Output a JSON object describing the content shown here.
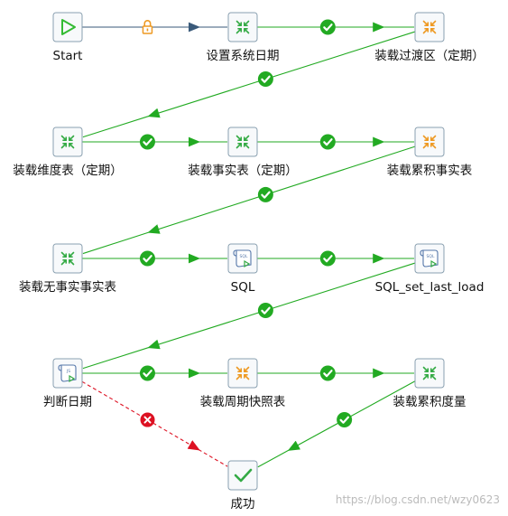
{
  "workflow": {
    "entries": [
      {
        "key": "start",
        "label": "Start",
        "icon": "start-triangle-icon"
      },
      {
        "key": "set_date",
        "label": "设置系统日期",
        "icon": "transformation-green-arrows-icon"
      },
      {
        "key": "load_staging",
        "label": "装载过渡区（定期）",
        "icon": "transformation-orange-arrows-icon"
      },
      {
        "key": "load_dim",
        "label": "装载维度表（定期）",
        "icon": "transformation-green-arrows-icon"
      },
      {
        "key": "load_fact",
        "label": "装载事实表（定期）",
        "icon": "transformation-green-arrows-icon"
      },
      {
        "key": "load_accum_fact",
        "label": "装载累积事实表",
        "icon": "transformation-orange-arrows-icon"
      },
      {
        "key": "load_factless",
        "label": "装载无事实事实表",
        "icon": "transformation-green-arrows-icon"
      },
      {
        "key": "sql",
        "label": "SQL",
        "icon": "sql-script-icon"
      },
      {
        "key": "sql_set_last_load",
        "label": "SQL_set_last_load",
        "icon": "sql-script-icon"
      },
      {
        "key": "judge_date",
        "label": "判断日期",
        "icon": "javascript-evaluate-icon"
      },
      {
        "key": "load_snapshot",
        "label": "装载周期快照表",
        "icon": "transformation-orange-arrows-icon"
      },
      {
        "key": "load_accum_measure",
        "label": "装载累积度量",
        "icon": "transformation-green-arrows-icon"
      },
      {
        "key": "success",
        "label": "成功",
        "icon": "success-check-icon"
      }
    ],
    "hops": [
      {
        "from": "start",
        "to": "set_date",
        "condition": "unconditional",
        "badge": "lock-icon",
        "color": "#3a5a7a"
      },
      {
        "from": "set_date",
        "to": "load_staging",
        "condition": "success",
        "badge": "check-icon",
        "color": "#22aa22"
      },
      {
        "from": "load_staging",
        "to": "load_dim",
        "condition": "success",
        "badge": "check-icon",
        "color": "#22aa22"
      },
      {
        "from": "load_dim",
        "to": "load_fact",
        "condition": "success",
        "badge": "check-icon",
        "color": "#22aa22"
      },
      {
        "from": "load_fact",
        "to": "load_accum_fact",
        "condition": "success",
        "badge": "check-icon",
        "color": "#22aa22"
      },
      {
        "from": "load_accum_fact",
        "to": "load_factless",
        "condition": "success",
        "badge": "check-icon",
        "color": "#22aa22"
      },
      {
        "from": "load_factless",
        "to": "sql",
        "condition": "success",
        "badge": "check-icon",
        "color": "#22aa22"
      },
      {
        "from": "sql",
        "to": "sql_set_last_load",
        "condition": "success",
        "badge": "check-icon",
        "color": "#22aa22"
      },
      {
        "from": "sql_set_last_load",
        "to": "judge_date",
        "condition": "success",
        "badge": "check-icon",
        "color": "#22aa22"
      },
      {
        "from": "judge_date",
        "to": "load_snapshot",
        "condition": "success",
        "badge": "check-icon",
        "color": "#22aa22"
      },
      {
        "from": "load_snapshot",
        "to": "load_accum_measure",
        "condition": "success",
        "badge": "check-icon",
        "color": "#22aa22"
      },
      {
        "from": "load_accum_measure",
        "to": "success",
        "condition": "success",
        "badge": "check-icon",
        "color": "#22aa22"
      },
      {
        "from": "judge_date",
        "to": "success",
        "condition": "failure",
        "badge": "cross-icon",
        "color": "#dd1122"
      }
    ]
  },
  "watermark": "https://blog.csdn.net/wzy0623",
  "colors": {
    "success": "#22aa22",
    "failure": "#dd1122",
    "unconditional": "#3a5a7a",
    "lock": "#ee9922",
    "icon_border": "#8aa0b0",
    "icon_fill": "#f7f9fb",
    "green_icon": "#33aa44",
    "orange_icon": "#ee9922",
    "label": "#111111",
    "watermark": "#bbbbbb"
  }
}
